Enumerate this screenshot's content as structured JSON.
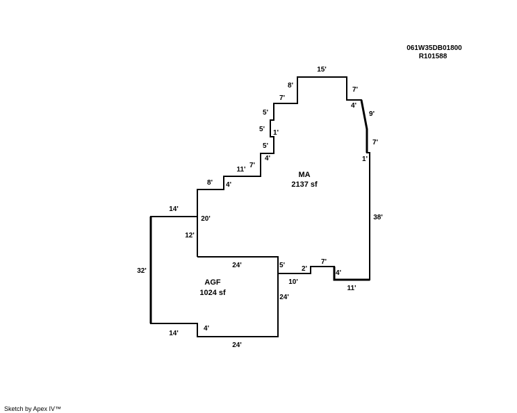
{
  "header": {
    "parcel_id": "061W35DB01800",
    "account": "R101588"
  },
  "footer": {
    "credit": "Sketch by Apex IV™"
  },
  "areas": [
    {
      "code": "MA",
      "size": "2137 sf"
    },
    {
      "code": "AGF",
      "size": "1024 sf"
    }
  ],
  "dimensions": {
    "ma": [
      "15'",
      "8'",
      "7'",
      "7'",
      "4'",
      "9'",
      "5'",
      "5'",
      "1'",
      "7'",
      "5'",
      "4'",
      "1'",
      "11'",
      "7'",
      "8'",
      "4'",
      "20'",
      "38'",
      "5'",
      "7'",
      "2'",
      "4'",
      "10'",
      "11'"
    ],
    "agf": [
      "14'",
      "12'",
      "24'",
      "32'",
      "24'",
      "4'",
      "14'",
      "24'"
    ]
  }
}
